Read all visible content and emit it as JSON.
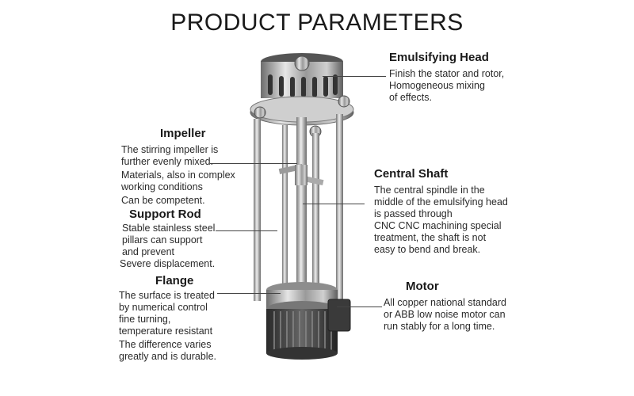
{
  "title": "PRODUCT PARAMETERS",
  "parts": [
    {
      "name": "Emulsifying Head",
      "lines": [
        "Finish the stator and rotor,",
        "Homogeneous mixing",
        "of effects."
      ]
    },
    {
      "name": "Impeller",
      "lines": [
        "The stirring impeller is",
        "further evenly mixed.",
        "Materials, also in complex",
        "working conditions",
        "Can be competent."
      ]
    },
    {
      "name": "Central Shaft",
      "lines": [
        "The central spindle in the",
        "middle of the emulsifying head",
        "is passed through",
        "CNC CNC machining special",
        "treatment, the shaft is not",
        "easy to bend and break."
      ]
    },
    {
      "name": "Support Rod",
      "lines": [
        "Stable stainless steel",
        "pillars can support",
        "and prevent",
        "Severe displacement."
      ]
    },
    {
      "name": "Flange",
      "lines": [
        "The surface is treated",
        "by numerical control",
        "fine turning,",
        "temperature resistant",
        "The difference varies",
        "greatly and is durable."
      ]
    },
    {
      "name": "Motor",
      "lines": [
        "All copper national standard",
        "or ABB low noise motor can",
        "run stably for a long time."
      ]
    }
  ]
}
